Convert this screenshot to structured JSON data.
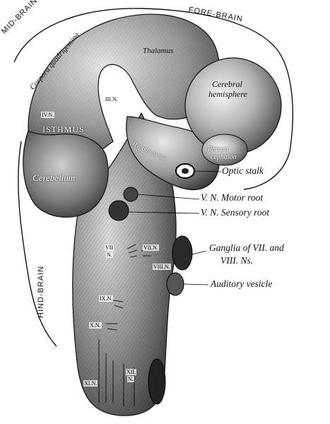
{
  "regions": {
    "mid_brain": "MID-BRAIN",
    "fore_brain": "FORE-BRAIN",
    "hind_brain": "HIND-BRAIN"
  },
  "internal_labels": {
    "corpora_quadrigemina": "Corpora quadrigemina",
    "thalamus": "Thalamus",
    "cerebral_hemisphere_1": "Cerebral",
    "cerebral_hemisphere_2": "hemisphere",
    "isthmus": "ISTHMUS",
    "cerebellum": "Cerebellum",
    "rhinencephalon_1": "Rhinen",
    "rhinencephalon_2": "cephalon",
    "hypothalamus": "Hypothalamus"
  },
  "nerves": {
    "iii": "III.N.",
    "iv": "IV.N.",
    "vii_left": "VII",
    "vii_left_n": "N.",
    "vii_right": "VII.N.",
    "viii": "VIII.N.",
    "ix": "IX.N.",
    "x": "X.N.",
    "xi": "XI.N.",
    "xii": "XII.",
    "xii_n": "N."
  },
  "callouts": {
    "optic_stalk": "Optic stalk",
    "v_motor": "V. N. Motor root",
    "v_sensory": "V. N. Sensory root",
    "ganglia_1": "Ganglia of VII. and",
    "ganglia_2": "VIII. Ns.",
    "auditory_vesicle": "Auditory vesicle"
  }
}
